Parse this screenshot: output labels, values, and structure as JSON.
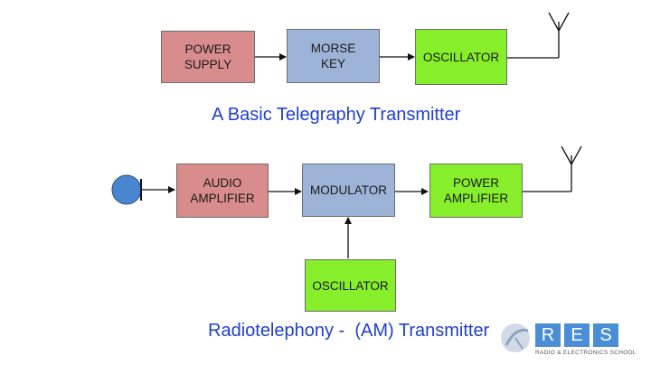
{
  "colors": {
    "pink_block": "#d98c8c",
    "blue_block": "#9db4d8",
    "green_block": "#86ee2a",
    "title_blue": "#1f3fd0",
    "mic_blue": "#4a86d0",
    "logo_blue": "#4a8fd6"
  },
  "telegraphy": {
    "title": "A Basic Telegraphy Transmitter",
    "power_supply": "POWER\nSUPPLY",
    "morse_key": "MORSE\nKEY",
    "oscillator": "OSCILLATOR"
  },
  "radiotelephony": {
    "title": "Radiotelephony -  (AM) Transmitter",
    "audio_amplifier": "AUDIO\nAMPLIFIER",
    "modulator": "MODULATOR",
    "power_amplifier": "POWER\nAMPLIFIER",
    "oscillator": "OSCILLATOR"
  },
  "logo": {
    "letters": [
      "R",
      "E",
      "S"
    ],
    "subtitle": "RADIO & ELECTRONICS SCHOOL"
  }
}
